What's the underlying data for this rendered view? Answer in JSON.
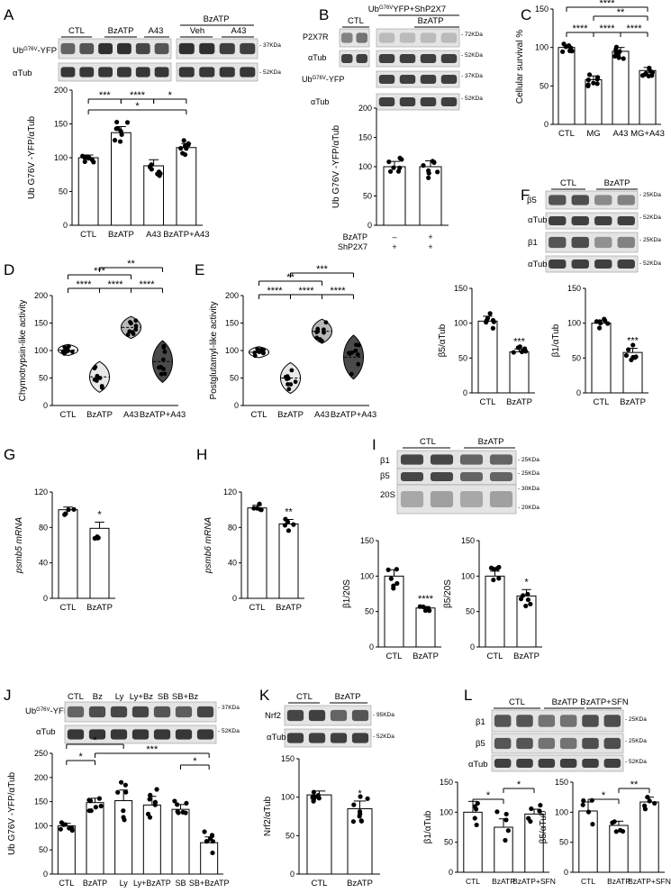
{
  "labels": {
    "A": "A",
    "B": "B",
    "C": "C",
    "D": "D",
    "E": "E",
    "F": "F",
    "G": "G",
    "H": "H",
    "I": "I",
    "J": "J",
    "K": "K",
    "L": "L"
  },
  "blots": {
    "A": {
      "groups": [
        "CTL",
        "BzATP",
        "A43",
        "BzATP"
      ],
      "sub": [
        "Veh",
        "A43"
      ],
      "rows": [
        "Ub",
        "αTub"
      ],
      "kda": [
        "37KDa",
        "52KDa"
      ]
    },
    "B": {
      "header_left": "CTL",
      "header_right": "BzATP",
      "title_prefix": "Ub",
      "title_sup": "G76V",
      "title_suffix": "YFP+ShP2X7",
      "rows": [
        "P2X7R",
        "αTub",
        "Ub",
        "αTub"
      ],
      "kda": [
        "72KDa",
        "52KDa",
        "37KDa",
        "52KDa"
      ]
    },
    "F": {
      "groups": [
        "CTL",
        "BzATP"
      ],
      "rows": [
        "β5",
        "αTub",
        "β1",
        "αTub"
      ],
      "kda": [
        "25KDa",
        "52KDa",
        "25KDa",
        "52KDa"
      ]
    },
    "I": {
      "groups": [
        "CTL",
        "BzATP"
      ],
      "rows": [
        "β1",
        "β5",
        "20S"
      ],
      "kda": [
        "25KDa",
        "25KDa",
        "30KDa",
        "20KDa"
      ]
    },
    "J": {
      "lanes": [
        "CTL",
        "Bz",
        "Ly",
        "Ly+Bz",
        "SB",
        "SB+Bz"
      ],
      "rows": [
        "Ub",
        "αTub"
      ],
      "kda": [
        "37KDa",
        "52KDa"
      ]
    },
    "K": {
      "groups": [
        "CTL",
        "BzATP"
      ],
      "rows": [
        "Nrf2",
        "αTub"
      ],
      "kda": [
        "95KDa",
        "52KDa"
      ]
    },
    "L": {
      "groups": [
        "CTL",
        "BzATP",
        "BzATP+SFN"
      ],
      "rows": [
        "β1",
        "β5",
        "αTub"
      ],
      "kda": [
        "25KDa",
        "25KDa",
        "52KDa"
      ]
    }
  },
  "chart_data": [
    {
      "panel": "A",
      "type": "bar",
      "categories": [
        "CTL",
        "BzATP",
        "A43",
        "BzATP+A43"
      ],
      "values": [
        100,
        137,
        88,
        115
      ],
      "errors": [
        4,
        9,
        9,
        6
      ],
      "ylabel": "Ub G76V -YFP/αTub",
      "ylim": [
        0,
        200
      ],
      "yticks": [
        0,
        50,
        100,
        150,
        200
      ],
      "sig": [
        {
          "from": 0,
          "to": 1,
          "text": "***"
        },
        {
          "from": 1,
          "to": 2,
          "text": "****"
        },
        {
          "from": 2,
          "to": 3,
          "text": "*"
        },
        {
          "from": 0,
          "to": 3,
          "text": "*"
        }
      ]
    },
    {
      "panel": "B",
      "type": "bar",
      "categories": [
        "",
        ""
      ],
      "values": [
        100,
        100
      ],
      "errors": [
        9,
        10
      ],
      "ylabel": "Ub G76V -YFP/αTub",
      "ylim": [
        0,
        200
      ],
      "yticks": [
        0,
        50,
        100,
        150,
        200
      ],
      "bottom_rows": [
        {
          "label": "BzATP",
          "vals": [
            "–",
            "+"
          ]
        },
        {
          "label": "ShP2X7",
          "vals": [
            "+",
            "+"
          ]
        }
      ]
    },
    {
      "panel": "C",
      "type": "bar",
      "categories": [
        "CTL",
        "MG",
        "A43",
        "MG+A43"
      ],
      "values": [
        100,
        58,
        95,
        70
      ],
      "errors": [
        3,
        5,
        5,
        4
      ],
      "ylabel": "Cellular survival %",
      "ylim": [
        0,
        150
      ],
      "yticks": [
        0,
        50,
        100,
        150
      ],
      "sig": [
        {
          "from": 0,
          "to": 1,
          "text": "****"
        },
        {
          "from": 1,
          "to": 2,
          "text": "****"
        },
        {
          "from": 2,
          "to": 3,
          "text": "****"
        },
        {
          "from": 1,
          "to": 3,
          "text": "**"
        },
        {
          "from": 0,
          "to": 3,
          "text": "****"
        }
      ]
    },
    {
      "panel": "D",
      "type": "violin",
      "categories": [
        "CTL",
        "BzATP",
        "A43",
        "BzATP+A43"
      ],
      "medians": [
        101,
        52,
        142,
        80
      ],
      "spread": [
        10,
        28,
        20,
        38
      ],
      "ylabel": "Chymotrypsin-like activity",
      "ylim": [
        0,
        200
      ],
      "yticks": [
        0,
        50,
        100,
        150,
        200
      ],
      "sig": [
        {
          "from": 0,
          "to": 1,
          "text": "****"
        },
        {
          "from": 1,
          "to": 2,
          "text": "****"
        },
        {
          "from": 2,
          "to": 3,
          "text": "****"
        },
        {
          "from": 0,
          "to": 2,
          "text": "***"
        },
        {
          "from": 1,
          "to": 3,
          "text": "**"
        }
      ]
    },
    {
      "panel": "E",
      "type": "violin",
      "categories": [
        "CTL",
        "BzATP",
        "A43",
        "BzATP+A43"
      ],
      "medians": [
        97,
        50,
        135,
        88
      ],
      "spread": [
        10,
        28,
        22,
        40
      ],
      "ylabel": "Postglutamyl-like activity",
      "ylim": [
        0,
        200
      ],
      "yticks": [
        0,
        50,
        100,
        150,
        200
      ],
      "sig": [
        {
          "from": 0,
          "to": 1,
          "text": "****"
        },
        {
          "from": 1,
          "to": 2,
          "text": "****"
        },
        {
          "from": 2,
          "to": 3,
          "text": "****"
        },
        {
          "from": 0,
          "to": 2,
          "text": "**"
        },
        {
          "from": 1,
          "to": 3,
          "text": "***"
        }
      ]
    },
    {
      "panel": "F1",
      "type": "bar",
      "categories": [
        "CTL",
        "BzATP"
      ],
      "values": [
        103,
        59
      ],
      "errors": [
        7,
        4
      ],
      "ylabel": "β5/αTub",
      "ylim": [
        0,
        150
      ],
      "yticks": [
        0,
        50,
        100,
        150
      ],
      "sig_above": [
        "",
        "***"
      ]
    },
    {
      "panel": "F2",
      "type": "bar",
      "categories": [
        "CTL",
        "BzATP"
      ],
      "values": [
        100,
        58
      ],
      "errors": [
        4,
        6
      ],
      "ylabel": "β1/αTub",
      "ylim": [
        0,
        150
      ],
      "yticks": [
        0,
        50,
        100,
        150
      ],
      "sig_above": [
        "",
        "***"
      ]
    },
    {
      "panel": "G",
      "type": "bar",
      "categories": [
        "CTL",
        "BzATP"
      ],
      "values": [
        100,
        79
      ],
      "errors": [
        3,
        7
      ],
      "ylabel": "psmb5 mRNA",
      "ylim": [
        0,
        120
      ],
      "yticks": [
        0,
        40,
        80,
        120
      ],
      "sig_above": [
        "",
        "*"
      ]
    },
    {
      "panel": "H",
      "type": "bar",
      "categories": [
        "CTL",
        "BzATP"
      ],
      "values": [
        102,
        84
      ],
      "errors": [
        3,
        5
      ],
      "ylabel": "psmb6 mRNA",
      "ylim": [
        0,
        120
      ],
      "yticks": [
        0,
        40,
        80,
        120
      ],
      "sig_above": [
        "",
        "**"
      ]
    },
    {
      "panel": "I1",
      "type": "bar",
      "categories": [
        "CTL",
        "BzATP"
      ],
      "values": [
        100,
        55
      ],
      "errors": [
        9,
        2
      ],
      "ylabel": "β1/20S",
      "ylim": [
        0,
        150
      ],
      "yticks": [
        0,
        50,
        100,
        150
      ],
      "sig_above": [
        "",
        "****"
      ]
    },
    {
      "panel": "I2",
      "type": "bar",
      "categories": [
        "CTL",
        "BzATP"
      ],
      "values": [
        100,
        72
      ],
      "errors": [
        7,
        9
      ],
      "ylabel": "β5/20S",
      "ylim": [
        0,
        150
      ],
      "yticks": [
        0,
        50,
        100,
        150
      ],
      "sig_above": [
        "",
        "*"
      ]
    },
    {
      "panel": "J",
      "type": "bar",
      "categories": [
        "CTL",
        "BzATP",
        "Ly",
        "Ly+BzATP",
        "SB",
        "SB+BzATP"
      ],
      "values": [
        100,
        148,
        152,
        143,
        134,
        65
      ],
      "errors": [
        5,
        9,
        22,
        18,
        10,
        12
      ],
      "ylabel": "Ub G76V -YFP/αTub",
      "ylim": [
        0,
        250
      ],
      "yticks": [
        0,
        50,
        100,
        150,
        200,
        250
      ],
      "sig": [
        {
          "from": 0,
          "to": 1,
          "text": "*"
        },
        {
          "from": 0,
          "to": 2,
          "text": "*"
        },
        {
          "from": 1,
          "to": 5,
          "text": "***"
        },
        {
          "from": 4,
          "to": 5,
          "text": "*"
        }
      ]
    },
    {
      "panel": "K",
      "type": "bar",
      "categories": [
        "CTL",
        "BzATP"
      ],
      "values": [
        103,
        85
      ],
      "errors": [
        5,
        10
      ],
      "ylabel": "Nrf2/αTub",
      "ylim": [
        0,
        150
      ],
      "yticks": [
        0,
        50,
        100,
        150
      ],
      "sig_above": [
        "",
        "*"
      ]
    },
    {
      "panel": "L1",
      "type": "bar",
      "categories": [
        "CTL",
        "BzATP",
        "BzATP+SFN"
      ],
      "values": [
        100,
        75,
        97
      ],
      "errors": [
        18,
        14,
        8
      ],
      "ylabel": "β1/αTub",
      "ylim": [
        0,
        150
      ],
      "yticks": [
        0,
        50,
        100,
        150
      ],
      "sig": [
        {
          "from": 0,
          "to": 1,
          "text": "*"
        },
        {
          "from": 1,
          "to": 2,
          "text": "*"
        }
      ]
    },
    {
      "panel": "L2",
      "type": "bar",
      "categories": [
        "CTL",
        "BzATP",
        "BzATP+SFN"
      ],
      "values": [
        102,
        78,
        117
      ],
      "errors": [
        15,
        7,
        8
      ],
      "ylabel": "β5/αTub",
      "ylim": [
        0,
        150
      ],
      "yticks": [
        0,
        50,
        100,
        150
      ],
      "sig": [
        {
          "from": 0,
          "to": 1,
          "text": "*"
        },
        {
          "from": 1,
          "to": 2,
          "text": "**"
        }
      ]
    }
  ]
}
